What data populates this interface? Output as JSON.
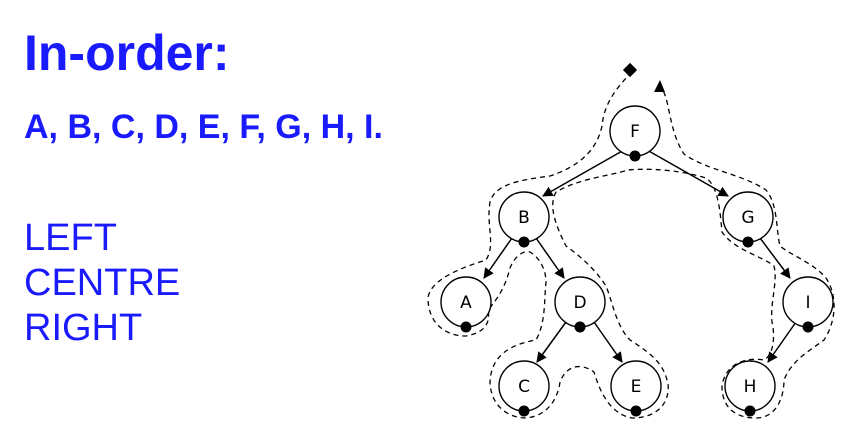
{
  "heading": "In-order:",
  "sequence": "A, B, C, D, E, F, G, H, I.",
  "order_words": [
    "LEFT",
    "CENTRE",
    "RIGHT"
  ],
  "colors": {
    "text": "#1a1aff",
    "lines": "#000000"
  },
  "tree": {
    "nodes": [
      "F",
      "B",
      "G",
      "A",
      "D",
      "I",
      "C",
      "E",
      "H"
    ],
    "edges": [
      [
        "F",
        "B"
      ],
      [
        "F",
        "G"
      ],
      [
        "B",
        "A"
      ],
      [
        "B",
        "D"
      ],
      [
        "D",
        "C"
      ],
      [
        "D",
        "E"
      ],
      [
        "G",
        "I"
      ],
      [
        "I",
        "H"
      ]
    ]
  }
}
